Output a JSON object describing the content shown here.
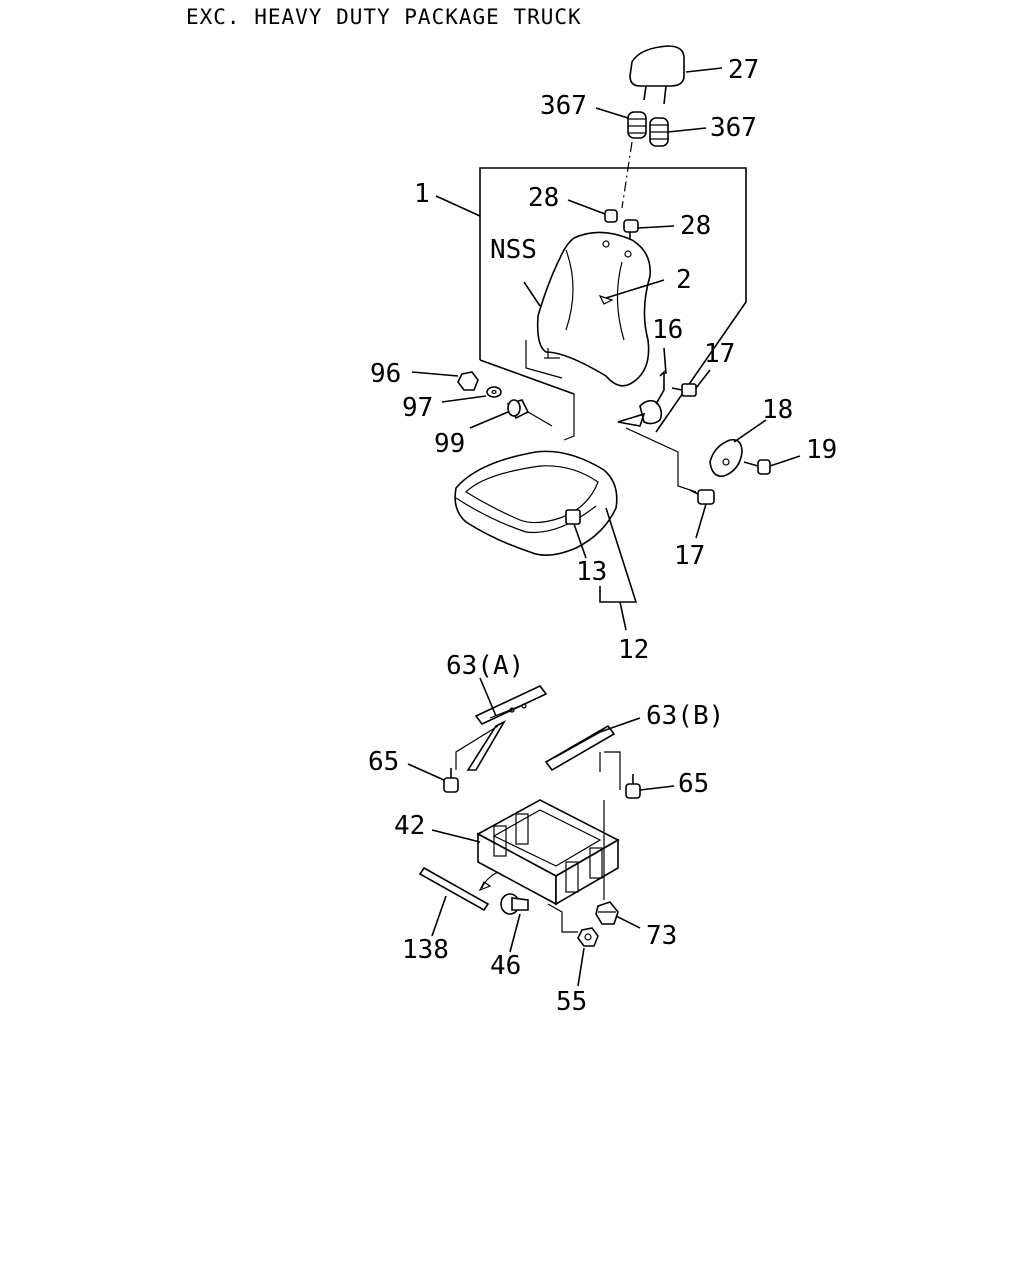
{
  "header": {
    "title": "EXC. HEAVY DUTY PACKAGE TRUCK"
  },
  "labels": {
    "l27": "27",
    "l367a": "367",
    "l367b": "367",
    "l1": "1",
    "l28a": "28",
    "l28b": "28",
    "lnss": "NSS",
    "l2": "2",
    "l16": "16",
    "l17a": "17",
    "l96": "96",
    "l97": "97",
    "l99": "99",
    "l18": "18",
    "l19": "19",
    "l17b": "17",
    "l13": "13",
    "l12": "12",
    "l63a": "63(A)",
    "l63b": "63(B)",
    "l65a": "65",
    "l65b": "65",
    "l42": "42",
    "l138": "138",
    "l46": "46",
    "l73": "73",
    "l55": "55"
  }
}
